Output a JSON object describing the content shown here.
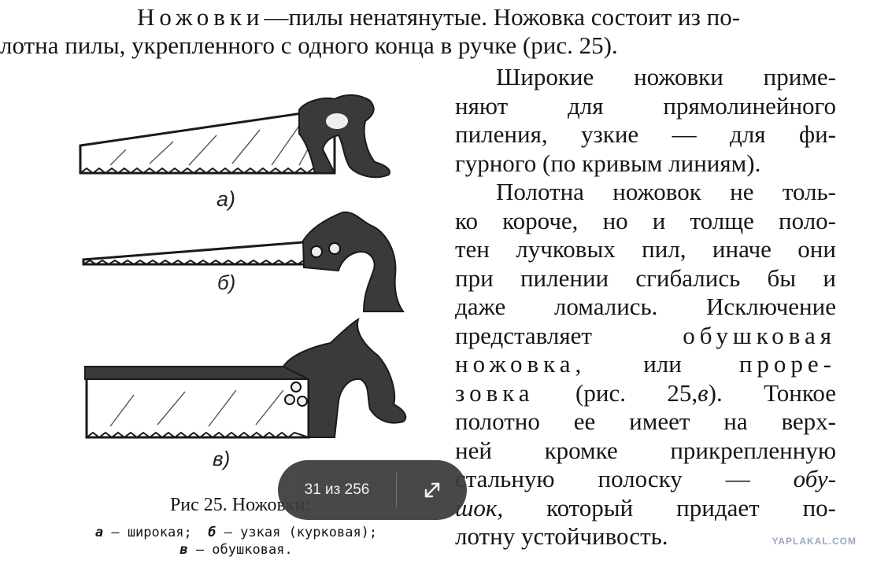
{
  "text": {
    "line1_lead": "Ножовки",
    "line1_rest": "—пилы ненатянутые. Ножовка состоит из по-",
    "line2": "лотна пилы, укрепленного с одного конца в ручке (рис. 25).",
    "para1": [
      "Широкие ножовки приме-",
      "няют для прямолинейного",
      "пиления, узкие — для фи-",
      "гурного (по кривым линиям)."
    ],
    "para2": [
      "Полотна ножовок не толь-",
      "ко короче, но и толще поло-",
      "тен лучковых пил, иначе они",
      "при пилении сгибались бы и",
      "даже ломались. Исключение",
      "представляет"
    ],
    "para2_spaced_1": "обушковая",
    "para2_spaced_2": "ножовка,",
    "para2_mid": "или",
    "para2_spaced_3": "проре-",
    "para2_spaced_4": "зовка",
    "para2_ref": "(рис. 25,",
    "para2_ref_v": "в",
    "para2_ref_end": "). Тонкое",
    "para2_tail": [
      "полотно ее имеет на верх-",
      "ней кромке прикрепленную",
      "стальную полоску —"
    ],
    "obu": "обу-",
    "shok": "шок,",
    "para2_end1": "который придает по-",
    "para2_end2": "лотну устойчивость."
  },
  "figure": {
    "label_a": "а)",
    "label_b": "б)",
    "label_v": "в)",
    "caption": "Рис 25. Ножовки:",
    "legend_a_key": "а",
    "legend_a": "— широкая;",
    "legend_b_key": "б",
    "legend_b": "— узкая (курковая);",
    "legend_v_key": "в",
    "legend_v": "— обушковая."
  },
  "viewer": {
    "page_counter": "31 из 256",
    "expand_icon": "expand-arrows-icon"
  },
  "watermark": "YAPLAKAL.COM"
}
